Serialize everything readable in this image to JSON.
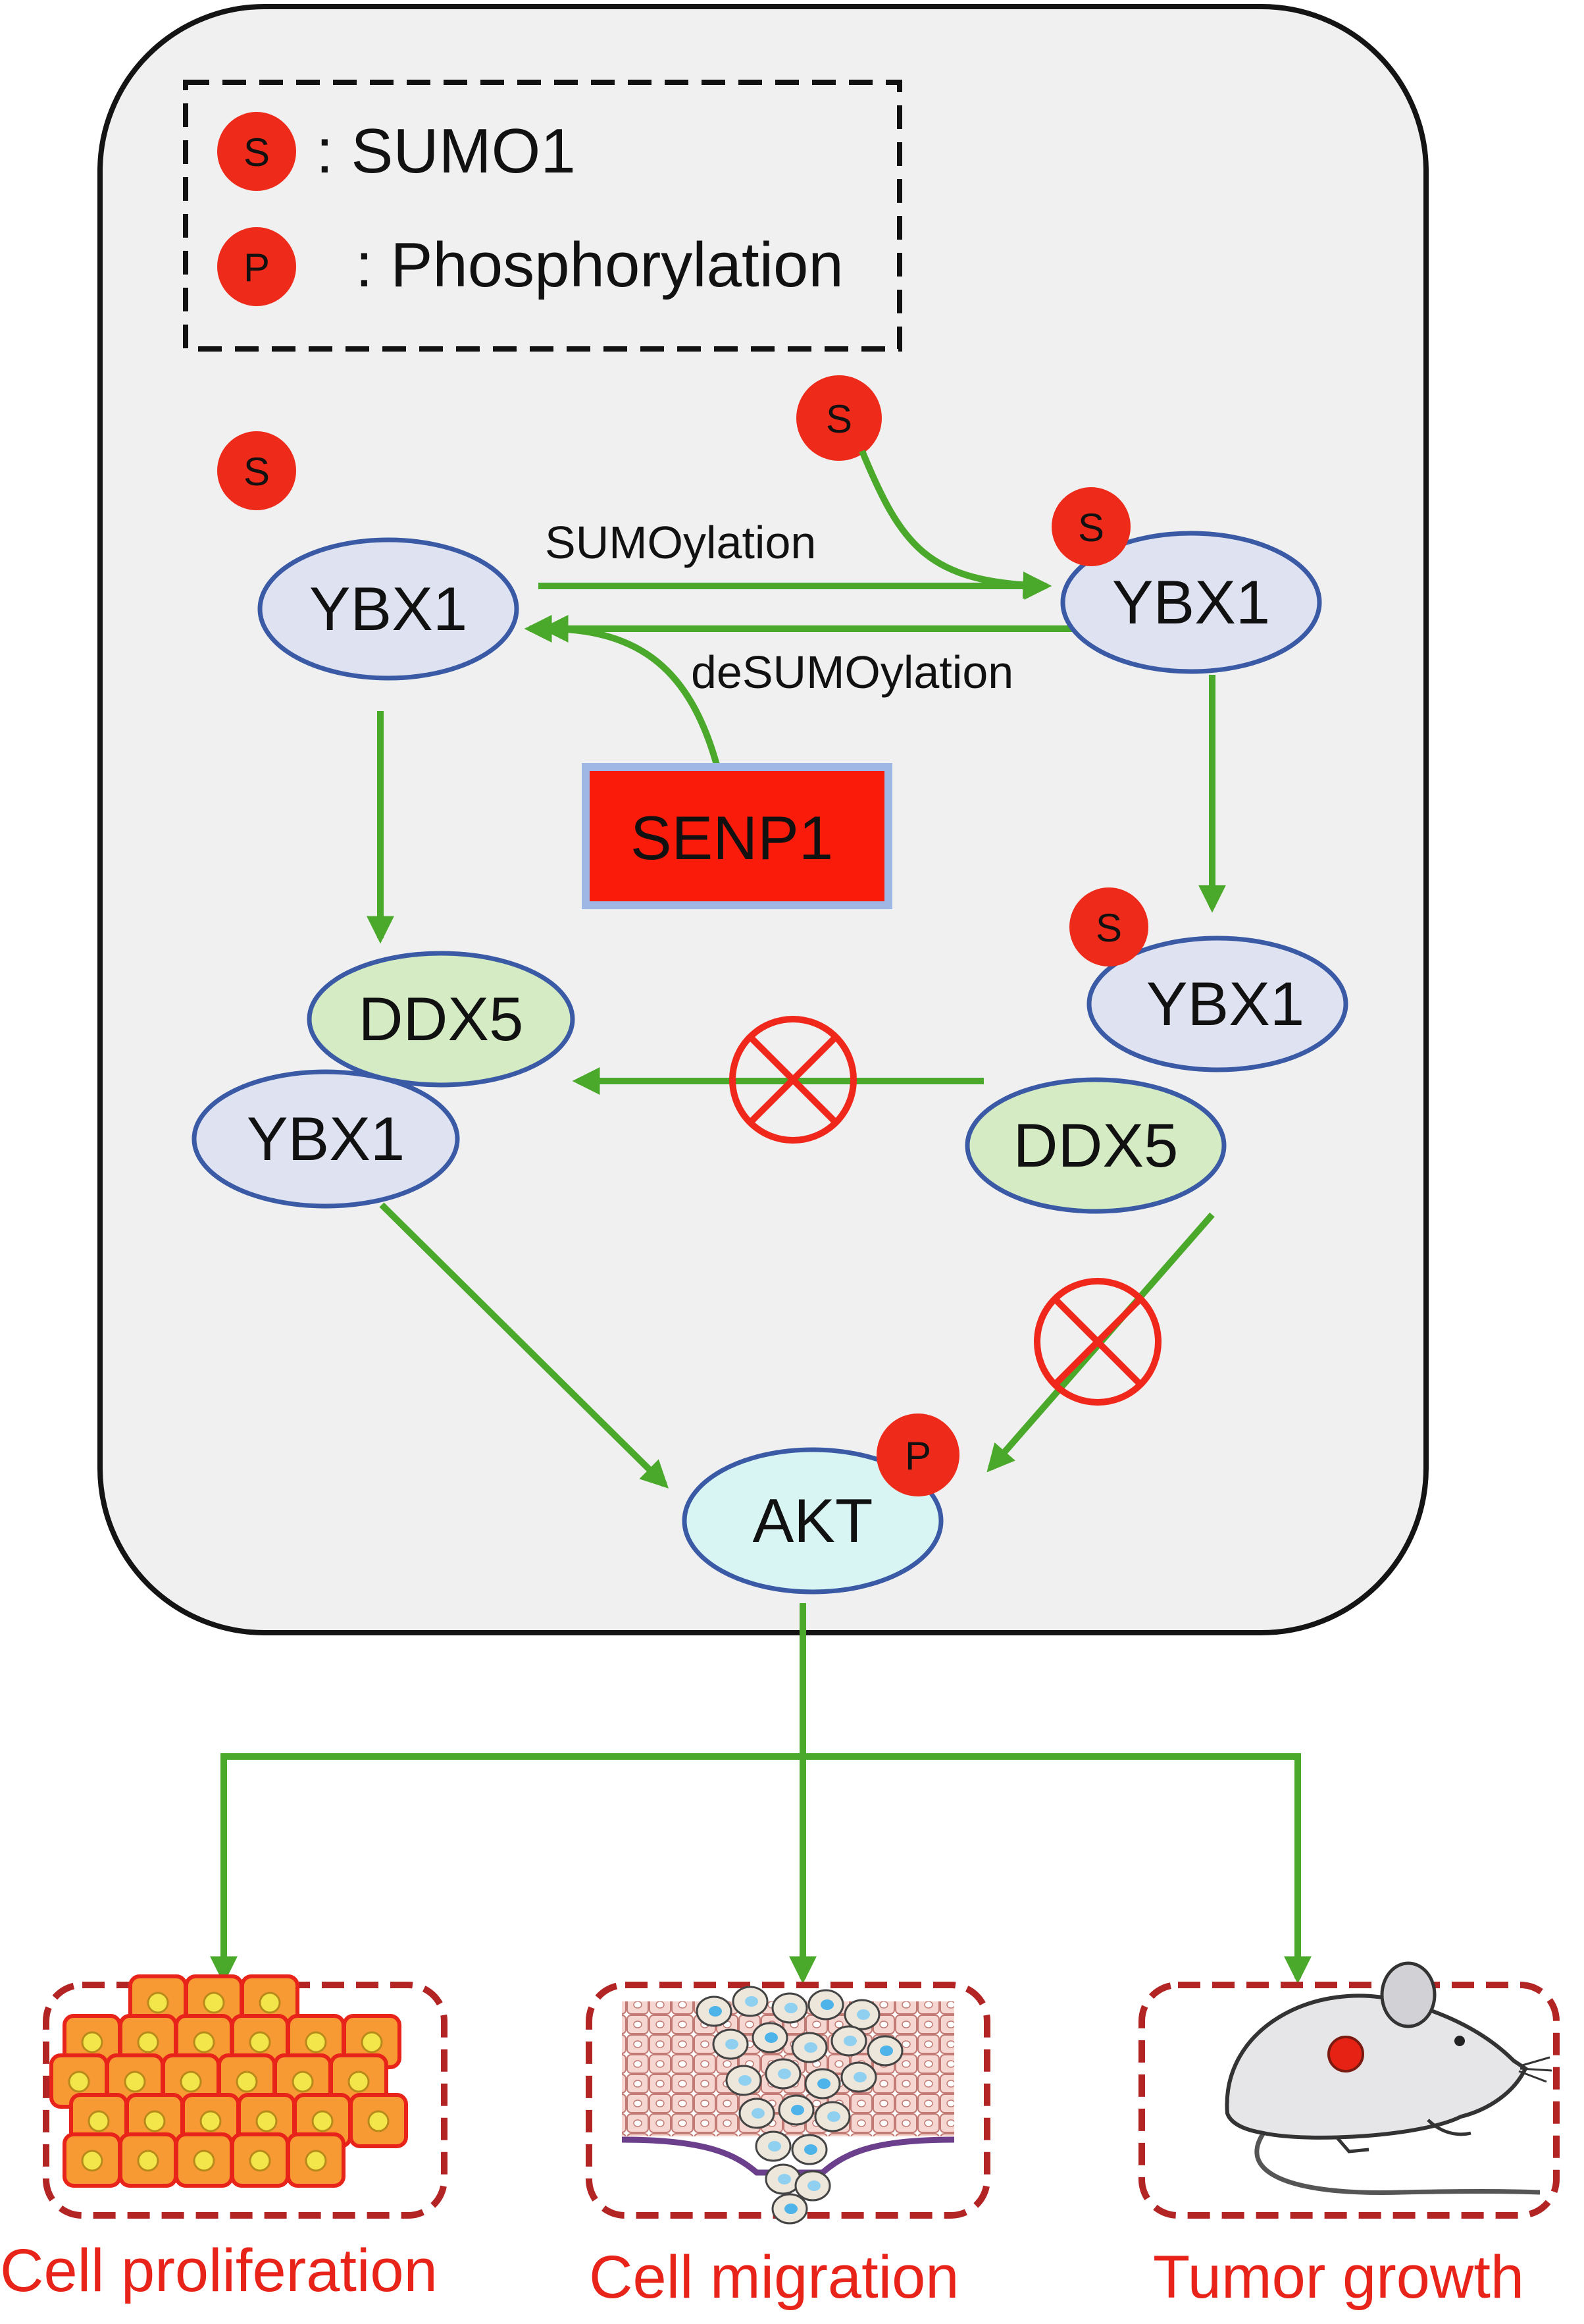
{
  "legend": {
    "sumo_symbol": "S",
    "sumo_label": ": SUMO1",
    "phospho_symbol": "P",
    "phospho_label": ": Phosphorylation"
  },
  "nodes": {
    "free_sumo": "S",
    "incoming_sumo": "S",
    "ybx1_unmodified": "YBX1",
    "ybx1_sumoylated": "YBX1",
    "ybx1_sumoylated_badge": "S",
    "ybx1_sumoylated_lower": "YBX1",
    "ybx1_sumoylated_lower_badge": "S",
    "senp1": "SENP1",
    "complex_ddx5": "DDX5",
    "complex_ybx1": "YBX1",
    "ddx5_free": "DDX5",
    "akt": "AKT",
    "akt_badge": "P"
  },
  "arrow_labels": {
    "sumoylation": "SUMOylation",
    "desumoylation": "deSUMOylation"
  },
  "outcomes": {
    "proliferation": "Cell proliferation",
    "migration": "Cell migration",
    "tumor_growth": "Tumor growth"
  },
  "colors": {
    "arrow": "#4aa82a",
    "modification_badge": "#ee2a1a",
    "ybx1_fill": "#dfe3f1",
    "ddx5_fill": "#d4ebc3",
    "akt_fill": "#d8f5f3",
    "node_border": "#3a5aa6",
    "senp1_fill": "#fb1b0a",
    "cell_panel": "#f0f0f0",
    "outcome_text": "#e8231a",
    "outcome_border": "#b32424"
  }
}
